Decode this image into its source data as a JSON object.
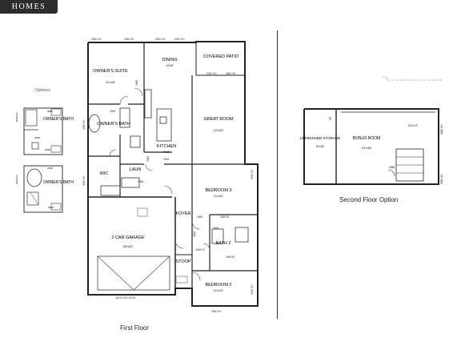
{
  "brand": {
    "logo_text": "HOMES"
  },
  "options": {
    "heading": "Options",
    "variant_a": {
      "room_label": "OWNER'S BATH",
      "dims": [
        "3068",
        "2068",
        "2068",
        "5040 FG"
      ]
    },
    "variant_b": {
      "room_label": "OWNER'S BATH",
      "dims": [
        "2068",
        "3040 FG",
        "2068"
      ]
    }
  },
  "first_floor": {
    "caption": "First Floor",
    "rooms": {
      "owners_suite": {
        "name": "OWNER'S SUITE",
        "size": "11'x16'"
      },
      "owners_bath": {
        "name": "OWNER'S BATH"
      },
      "wic": {
        "name": "WIC"
      },
      "laun": {
        "name": "LAUN"
      },
      "dining": {
        "name": "DINING",
        "size": "12x9'"
      },
      "covered_patio": {
        "name": "COVERED PATIO"
      },
      "great_room": {
        "name": "GREAT ROOM",
        "size": "12'x20'"
      },
      "kitchen": {
        "name": "KITCHEN",
        "size": "9'x9'"
      },
      "bedroom3": {
        "name": "BEDROOM 3",
        "size": "11'x12'"
      },
      "bath2": {
        "name": "BATH 2"
      },
      "foyer": {
        "name": "FOYER"
      },
      "stoop": {
        "name": "STOOP"
      },
      "garage": {
        "name": "2 CAR GARAGE",
        "size": "20'x22'"
      },
      "bedroom2": {
        "name": "BEDROOM 2",
        "size": "11'x12'"
      }
    },
    "dims": {
      "top_a": "3080 SH",
      "top_b": "3050 SH",
      "top_c": "3050 SH",
      "top_d": "3050 SH",
      "patio_a": "3050 SH",
      "patio_b": "3080 SH",
      "side_a": "4080 SH",
      "side_b": "3050 SH",
      "owners_door": "2868",
      "bath_door": "2068",
      "kitchen_a": "2068",
      "kitchen_b": "2068",
      "laun_door": "2668",
      "bed3_door": "2868",
      "bed3_closet": "4068 BI",
      "bath2_door": "2068",
      "bath2_b": "2668",
      "bed2_closet": "4068 BI",
      "stoop_door": "3068 SC",
      "bed2_bottom": "3050 SH",
      "garage_door": "16070 OH DOOR",
      "bed3_side": "3050 SH",
      "bed2_side": "3050 SH"
    }
  },
  "second_floor": {
    "caption": "Second Floor Option",
    "rooms": {
      "storage": {
        "name": "UNFINISHED STORAGE",
        "size": "9'x18'"
      },
      "bonus": {
        "name": "BONUS ROOM",
        "size": "13'x18'"
      },
      "bonus_size": {
        "size": "10'x17'"
      }
    },
    "dims": {
      "side": "3050 SH",
      "bottom": "2050 SH",
      "door": "2068",
      "hatch": "GF"
    }
  }
}
